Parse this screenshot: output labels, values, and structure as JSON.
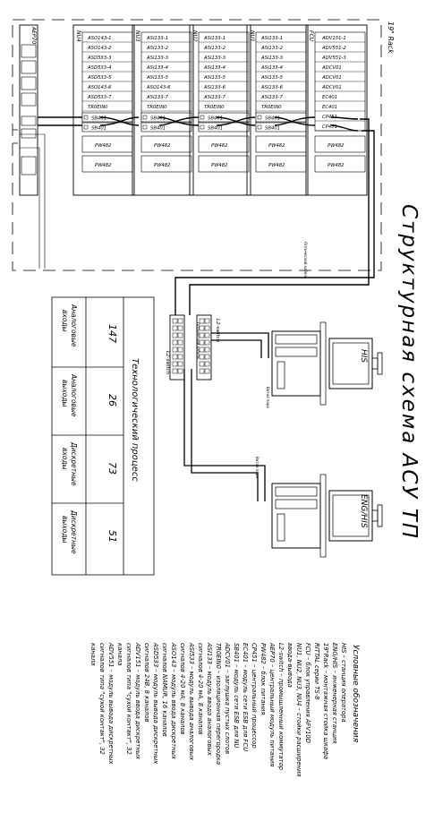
{
  "title": "Структурная схема АСУ ТП",
  "rack_label": "19\" Rack",
  "aep70_label": "AEP70",
  "cabinet_names": [
    "NU4",
    "NU3",
    "NU2",
    "NU1",
    "FCU"
  ],
  "nu4_modules": [
    "ASO143-1",
    "ASO143-2",
    "ASD533-3",
    "ASD533-4",
    "ASD533-5",
    "ASO143-6",
    "ASD533-7",
    "TR0EIN0"
  ],
  "nu3_modules": [
    "ASI133-1",
    "ASI133-2",
    "ASI133-3",
    "ASI133-4",
    "ASI133-5",
    "ASO143-6",
    "ASI133-7",
    "TR0EIN0"
  ],
  "nu2_modules": [
    "ASI133-1",
    "ASI133-2",
    "ASI133-3",
    "ASI133-4",
    "ASI133-5",
    "ASI133-6",
    "ASI133-7",
    "TR0EIN0"
  ],
  "nu1_modules": [
    "ASI133-1",
    "ASI133-2",
    "ASI133-3",
    "ASI133-4",
    "ASI133-5",
    "ASI133-6",
    "ASI133-7",
    "TR0EIN0"
  ],
  "fcu_modules": [
    "ADV151-1",
    "ADV551-2",
    "ADV551-3",
    "ADCV01",
    "ADCV01",
    "ADCV01",
    "EC401",
    "EC401",
    "CP451",
    "CP451"
  ],
  "sb401": "SB401",
  "pw482": "PW482",
  "optical_cable": "Оптический кабель",
  "vnet_cable": "Витая пара",
  "switches": [
    "L2-switch",
    "L2-switch"
  ],
  "his": "HIS",
  "eng": "ENG/HIS",
  "process_table": {
    "header": "Технологический процесс",
    "rows": [
      {
        "label": "Аналоговые входы",
        "value": "147"
      },
      {
        "label": "Аналоговые выходы",
        "value": "26"
      },
      {
        "label": "Дискретные входы",
        "value": "73"
      },
      {
        "label": "Дискретные выходы",
        "value": "51"
      }
    ]
  },
  "legend": {
    "title": "Условные обозначения",
    "lines": [
      "HIS – станция оператора",
      "ENG/HIS – инженерная станция",
      "19\"Rack – монтажная стойка шкафа",
      "RITTAL серии TS-8",
      "FCU – блок управления AFV10D",
      "NU1, NU2, NU3, NU4 – стойки расширения",
      "ввода-вывода",
      "L2-switch – промышленный коммутатор",
      "AEP70 – центральный модуль питания",
      "PW482 – блок питания",
      "CP451 – центральный процессор",
      "EC401 – модуль сети ESB для FCU",
      "SB401 – модуль сети ESB для NU",
      "ADCV01 – заглушка пустых слотов",
      "TR0EIN0 – изоляционная перегородка",
      "ASI133 – модуль ввода аналоговых",
      "сигналов 4-20 мА, 8 каналов",
      "ASI533 – модуль вывода аналоговых",
      "сигналов 4-20 мА, 8 каналов",
      "ASO143 – модуль ввода дискретных",
      "сигналов NAMUR, 16 каналов",
      "ASD533 – модуль вывода дискретных",
      "сигналов 24В, 8 каналов",
      "ADV151 – модуль ввода дискретных",
      "сигналов типа \"сухой контакт\", 32",
      "канала",
      "ADV551 – модуль вывода дискретных",
      "сигналов типа \"сухой контакт\", 32",
      "канала"
    ]
  }
}
